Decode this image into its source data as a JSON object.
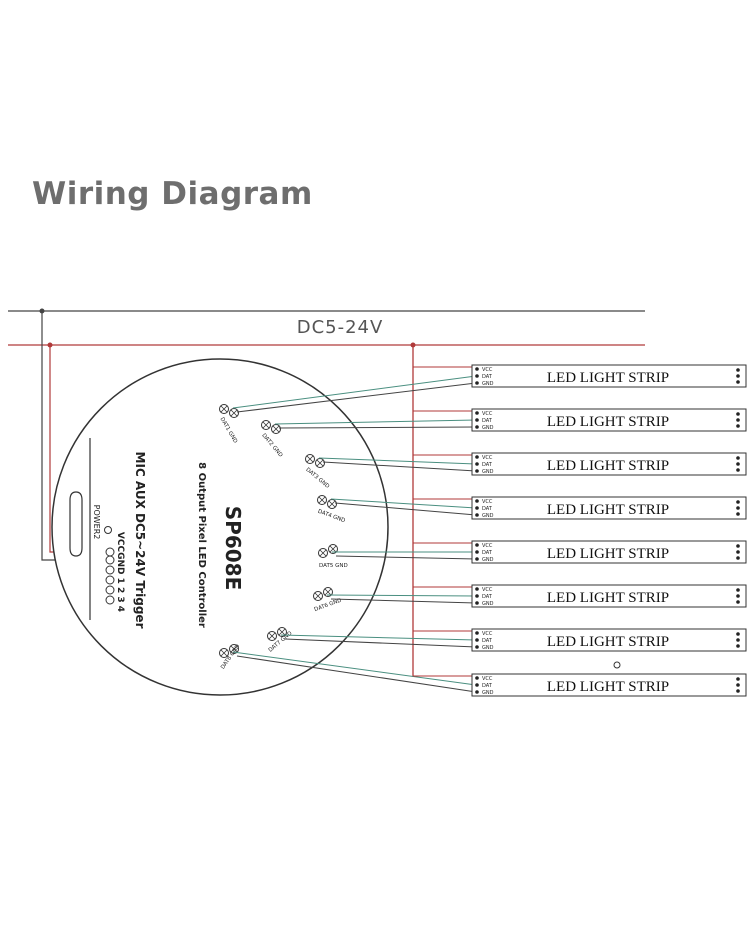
{
  "title": "Wiring Diagram",
  "power": {
    "label": "DC5-24V"
  },
  "controller": {
    "model": "SP608E",
    "subtitle": "8 Output Pixel LED Controller",
    "input_label": "MIC AUX  DC5~24V Trigger",
    "pins_label": "VCCGND  1  2  3  4",
    "power_label": "POWER2",
    "outputs": [
      "DAT1 GND",
      "DAT2 GND",
      "DAT3 GND",
      "DAT4 GND",
      "DAT5 GND",
      "DAT6 GND",
      "DAT7 GND",
      "DAT8 GND"
    ]
  },
  "strip": {
    "label": "LED  LIGHT STRIP",
    "pins": [
      "VCC",
      "DAT",
      "GND"
    ]
  },
  "strip_count": 8,
  "colors": {
    "title": "#6e6e6e",
    "gnd_wire": "#444444",
    "vcc_wire": "#b03a3a",
    "dat_wire": "#4a8f80",
    "outline": "#333333"
  }
}
